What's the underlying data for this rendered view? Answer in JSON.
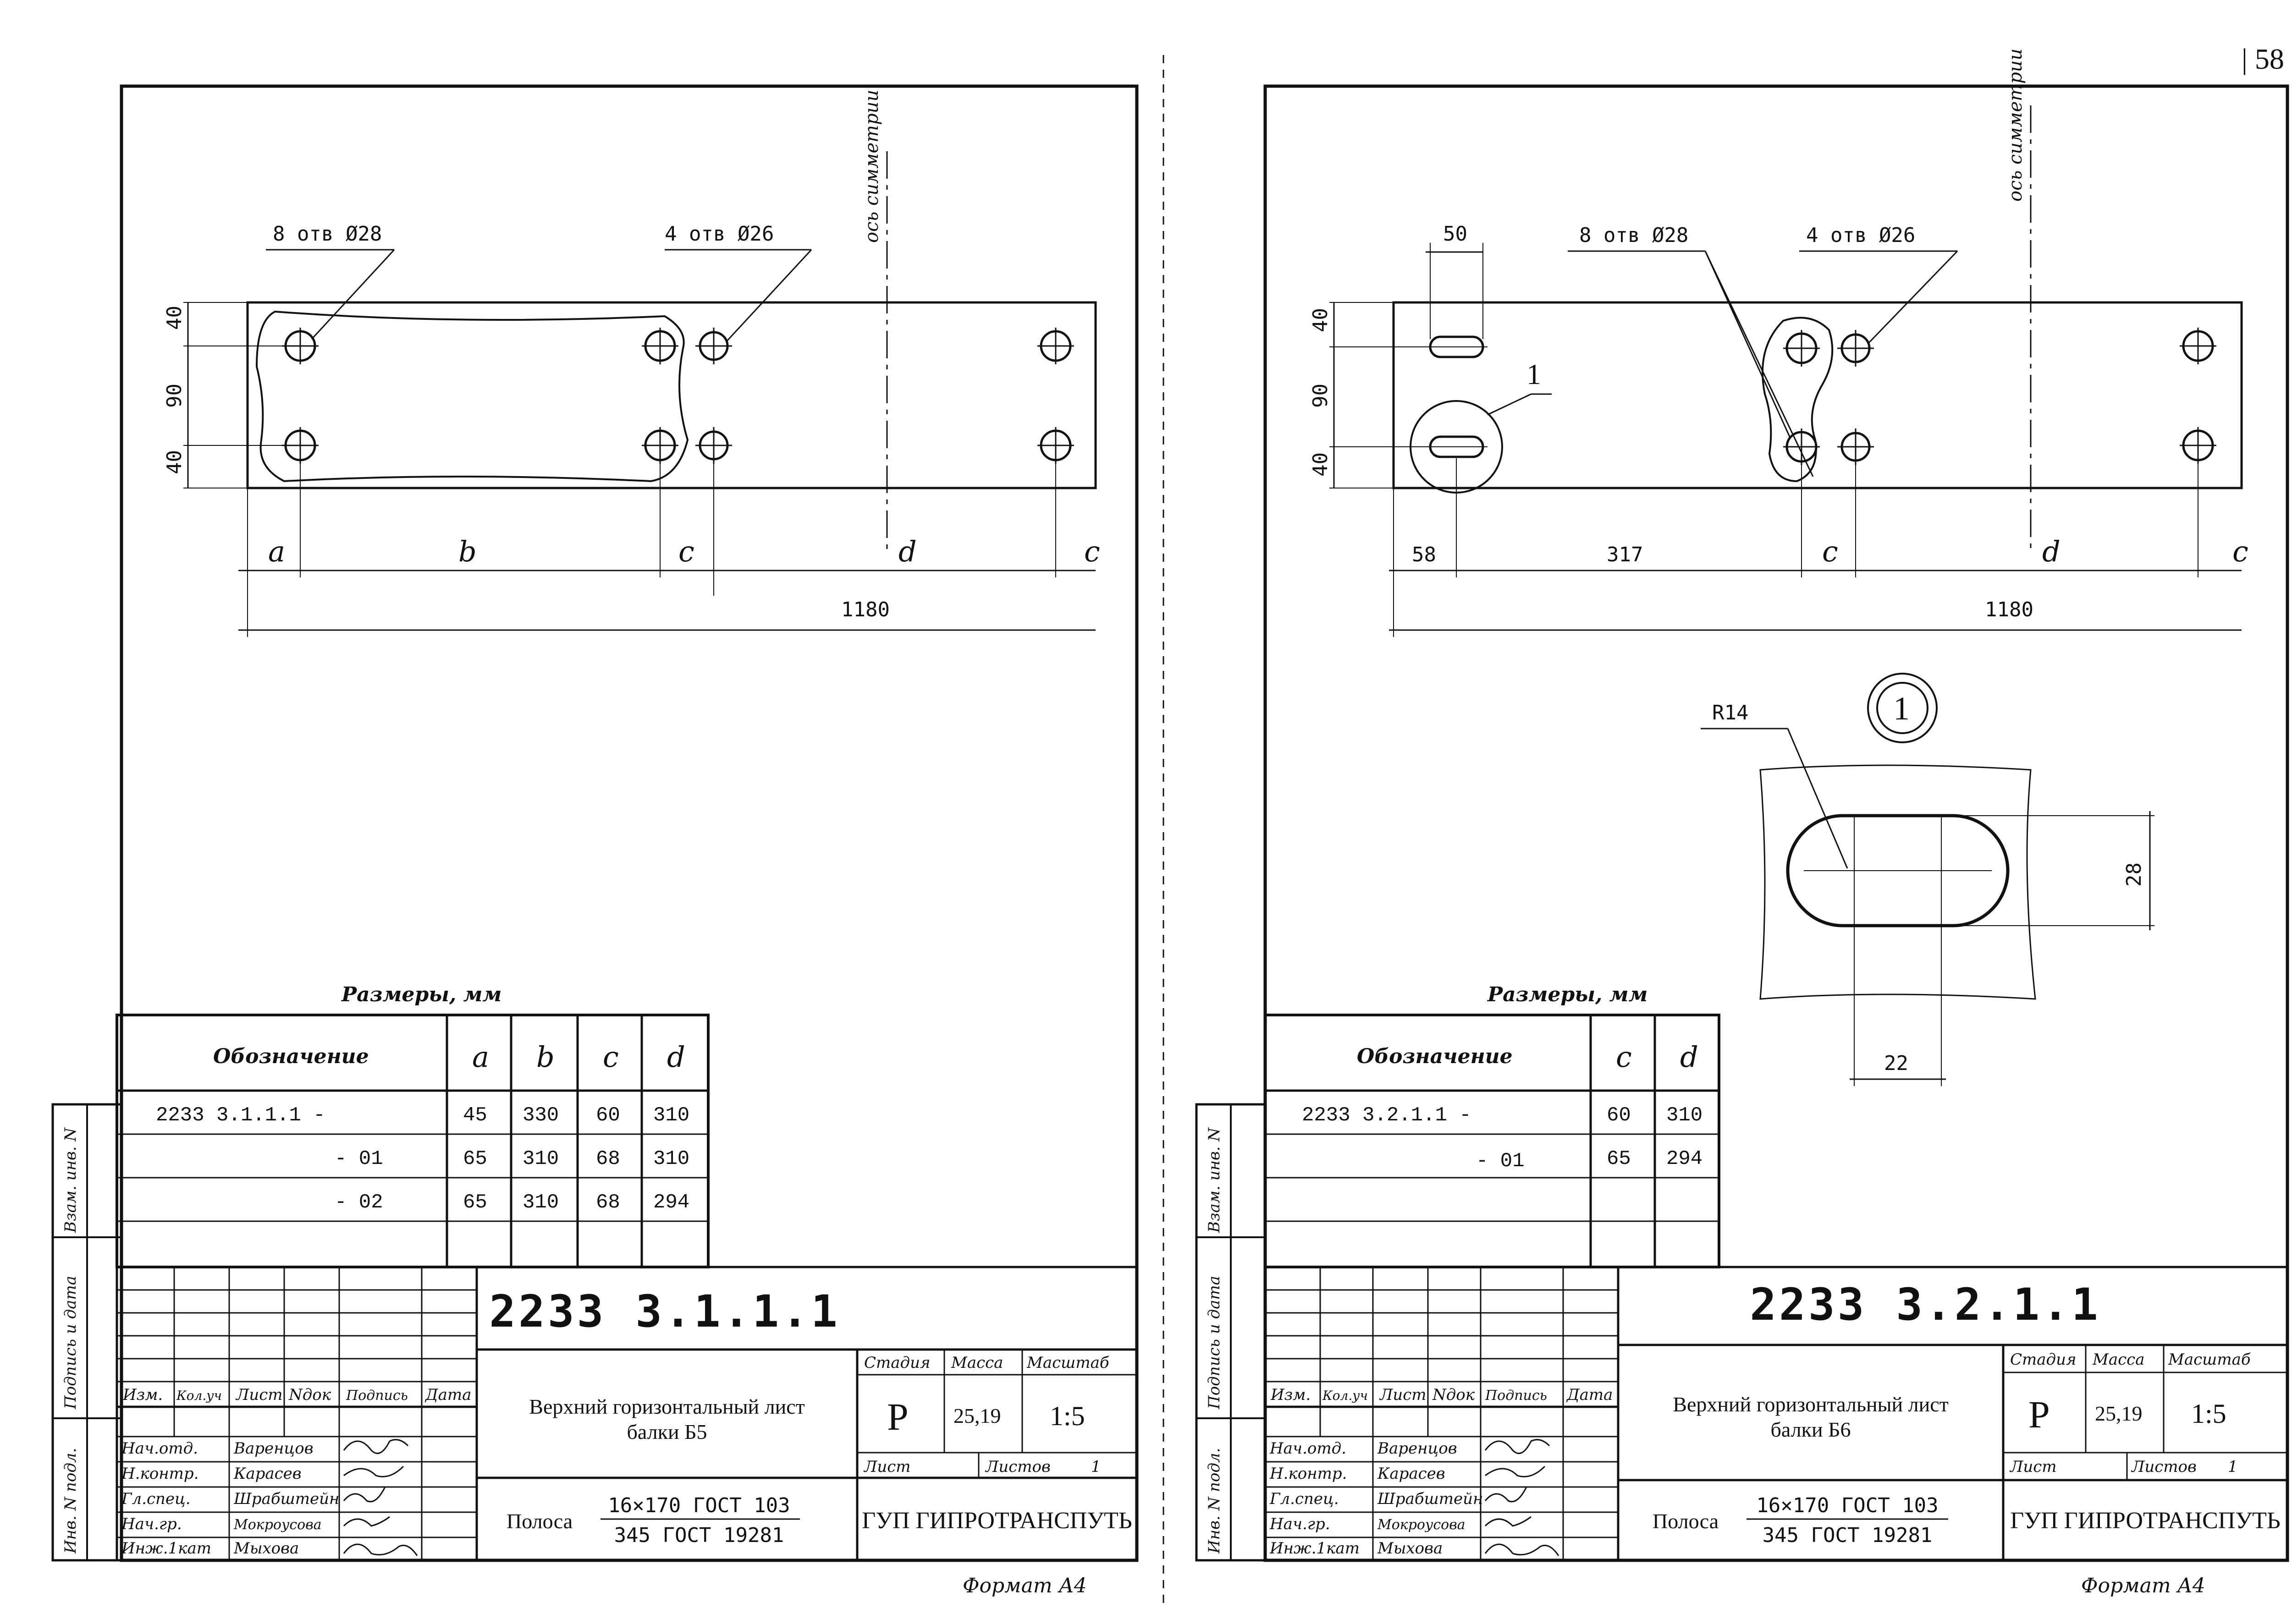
{
  "page_number": "| 58",
  "symmetry_axis": "ось симметрии",
  "format_label": "Формат А4",
  "dims_header": "Размеры, мм",
  "sheets": [
    {
      "holes_big": "8 отв Ø28",
      "holes_small": "4 отв Ø26",
      "dim_40_top": "40",
      "dim_90": "90",
      "dim_40_bottom": "40",
      "dim_a": "a",
      "dim_b": "b",
      "dim_c": "c",
      "dim_d": "d",
      "dim_c2": "c",
      "dim_total": "1180",
      "table": {
        "headers": [
          "Обозначение",
          "a",
          "b",
          "c",
          "d"
        ],
        "rows": [
          [
            "2233 3.1.1.1 -",
            "45",
            "330",
            "60",
            "310"
          ],
          [
            "- 01",
            "65",
            "310",
            "68",
            "310"
          ],
          [
            "- 02",
            "65",
            "310",
            "68",
            "294"
          ]
        ]
      },
      "stamp": {
        "code": "2233 3.1.1.1",
        "title_line1": "Верхний горизонтальный лист",
        "title_line2": "балки Б5",
        "stage_label": "Стадия",
        "stage": "Р",
        "mass_label": "Масса",
        "mass": "25,19",
        "scale_label": "Масштаб",
        "scale": "1:5",
        "sheet_label": "Лист",
        "sheets_label": "Листов",
        "sheets_count": "1",
        "material_prefix": "Полоса",
        "material_top": "16×170 ГОСТ 103",
        "material_bottom": "345 ГОСТ 19281",
        "org": "ГУП ГИПРОТРАНСПУТЬ"
      }
    },
    {
      "dim_50": "50",
      "holes_big": "8 отв Ø28",
      "holes_small": "4 отв Ø26",
      "callout": "1",
      "dim_40_top": "40",
      "dim_90": "90",
      "dim_40_bottom": "40",
      "dim_58": "58",
      "dim_317": "317",
      "dim_c": "c",
      "dim_d": "d",
      "dim_c2": "c",
      "dim_total": "1180",
      "detail": {
        "label": "1",
        "radius": "R14",
        "height": "28",
        "width": "22"
      },
      "table": {
        "headers": [
          "Обозначение",
          "c",
          "d"
        ],
        "rows": [
          [
            "2233 3.2.1.1 -",
            "60",
            "310"
          ],
          [
            "- 01",
            "65",
            "294"
          ]
        ]
      },
      "stamp": {
        "code": "2233 3.2.1.1",
        "title_line1": "Верхний горизонтальный лист",
        "title_line2": "балки Б6",
        "stage_label": "Стадия",
        "stage": "Р",
        "mass_label": "Масса",
        "mass": "25,19",
        "scale_label": "Масштаб",
        "scale": "1:5",
        "sheet_label": "Лист",
        "sheets_label": "Листов",
        "sheets_count": "1",
        "material_prefix": "Полоса",
        "material_top": "16×170 ГОСТ 103",
        "material_bottom": "345 ГОСТ 19281",
        "org": "ГУП ГИПРОТРАНСПУТЬ"
      }
    }
  ],
  "signature_block": {
    "col_headers": [
      "Изм.",
      "Кол.уч",
      "Лист",
      "Nдок",
      "Подпись",
      "Дата"
    ],
    "roles": [
      "Нач.отд.",
      "Н.контр.",
      "Гл.спец.",
      "Нач.гр.",
      "Инж.1кат"
    ],
    "names": [
      "Варенцов",
      "Карасев",
      "Шрабштейн",
      "Мокроусова",
      "Мыхова"
    ]
  },
  "side_labels": [
    "Взам. инв. N",
    "Подпись и дата",
    "Инв. N подл."
  ]
}
